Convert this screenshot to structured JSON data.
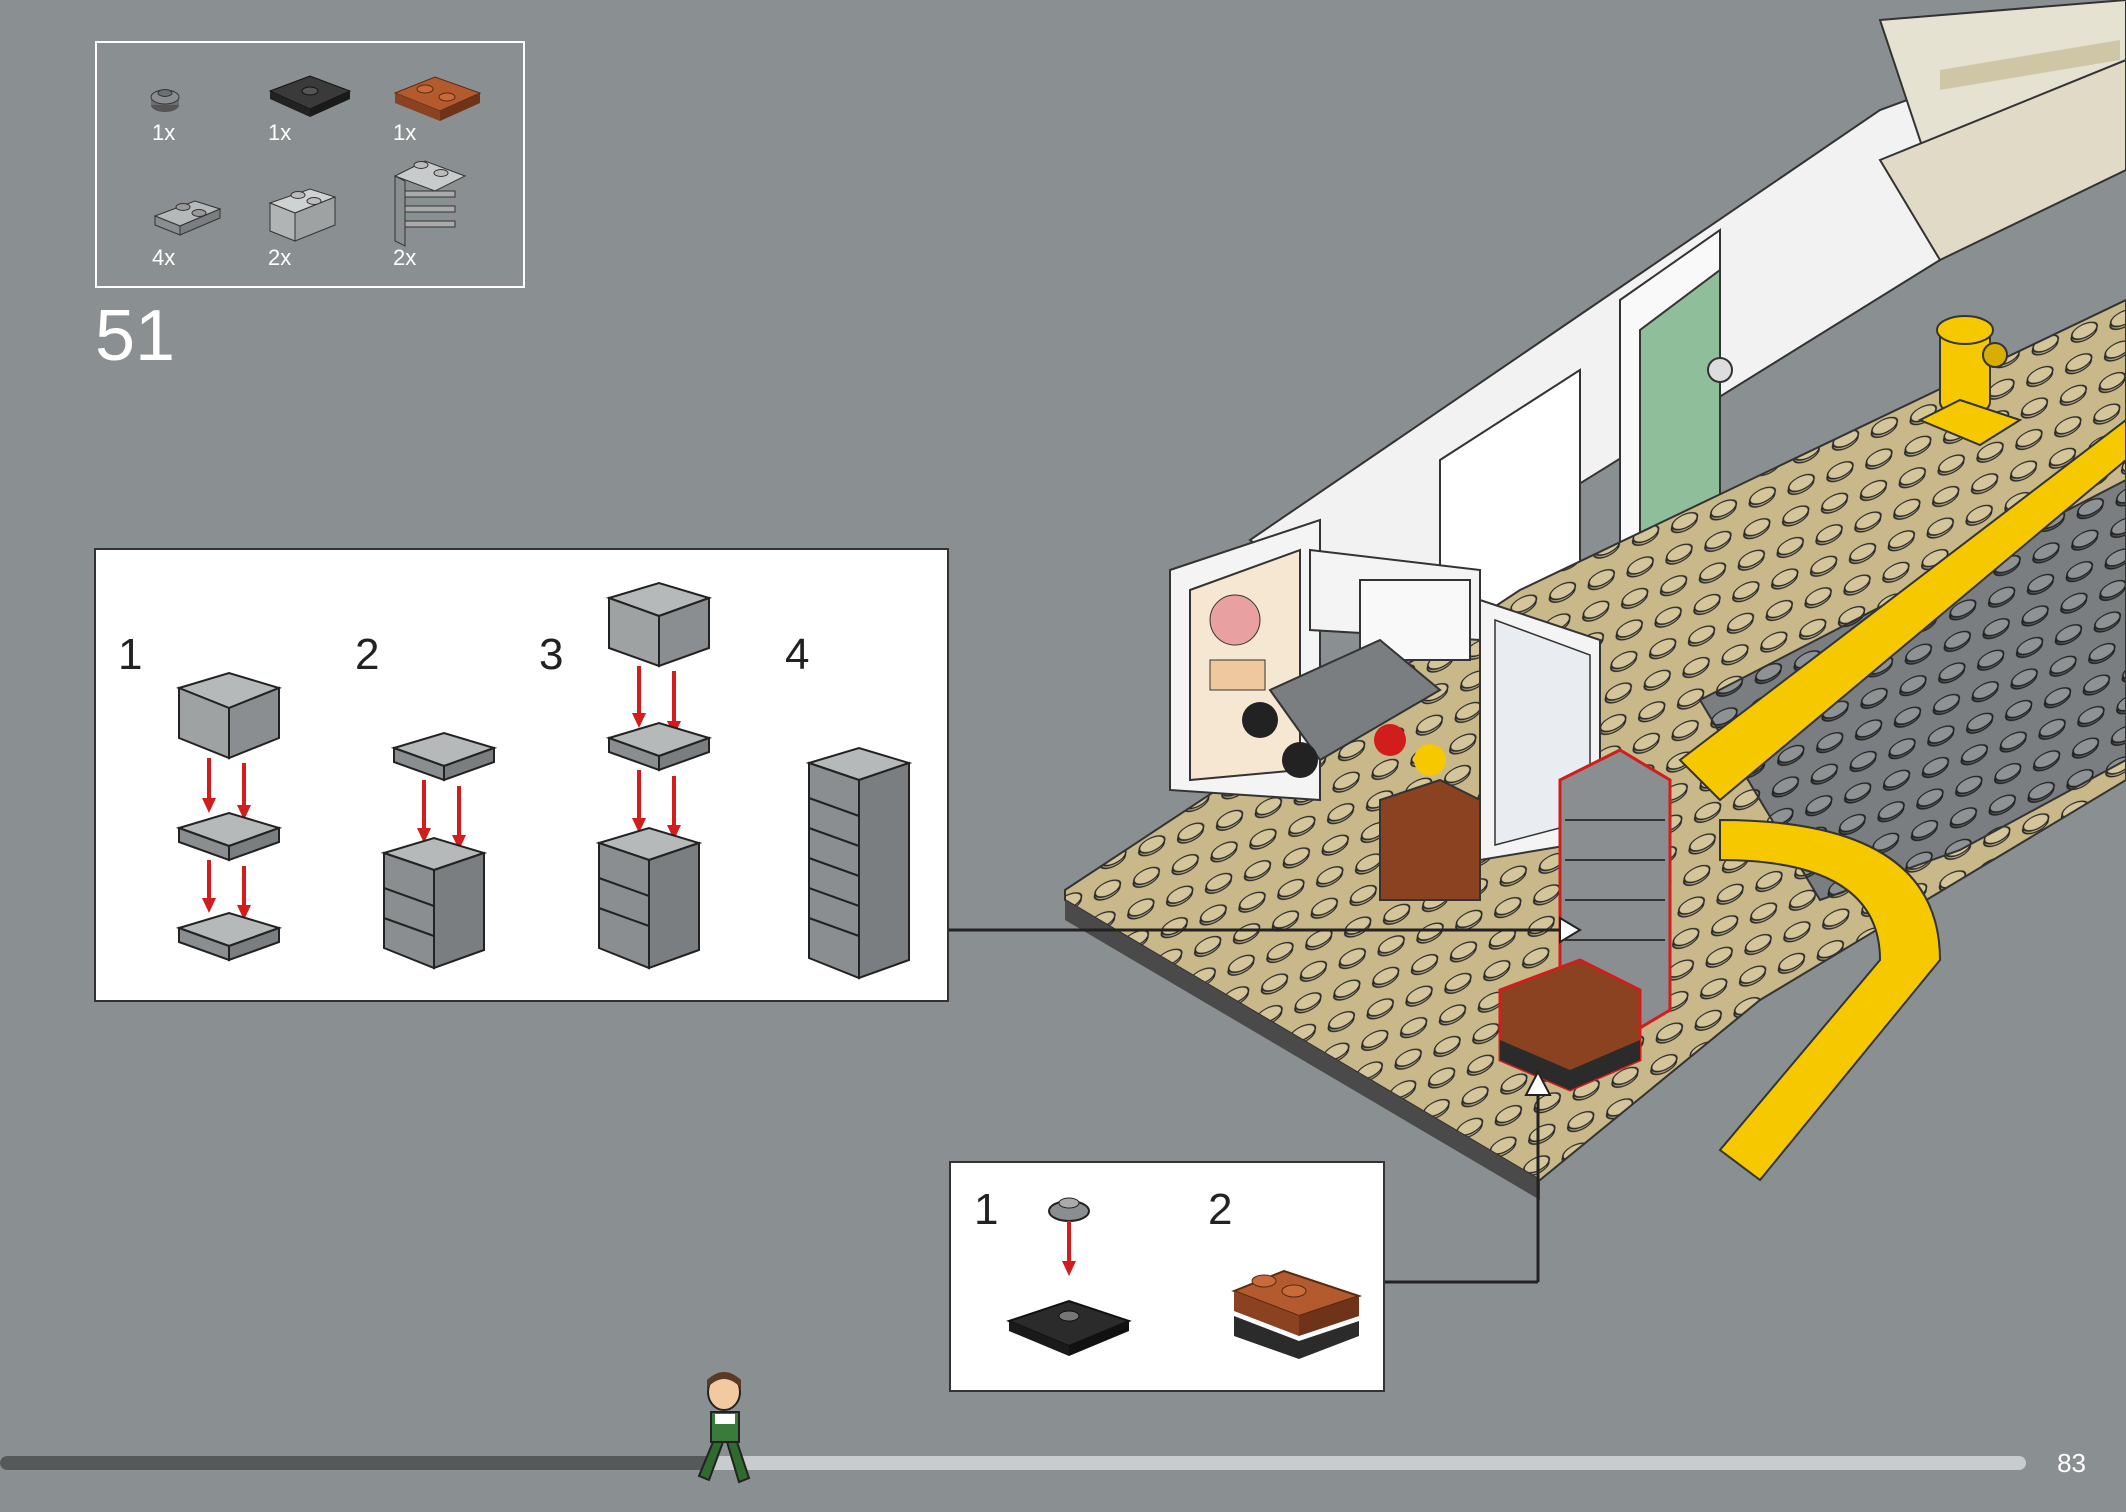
{
  "step_number": "51",
  "page_number": "83",
  "progress": 0.35,
  "parts_list": [
    {
      "qty": "1x",
      "icon": "round-plate-1x1-icon",
      "color": "#6b6f70"
    },
    {
      "qty": "1x",
      "icon": "tile-2x2-with-stud-icon",
      "color": "#2b2b2b"
    },
    {
      "qty": "1x",
      "icon": "plate-2x2-jumper-icon",
      "color": "#a0522d"
    },
    {
      "qty": "4x",
      "icon": "plate-1x2-icon",
      "color": "#a0a5a6"
    },
    {
      "qty": "2x",
      "icon": "brick-1x2-icon",
      "color": "#b9bcbd"
    },
    {
      "qty": "2x",
      "icon": "shelf-bracket-icon",
      "color": "#a0a5a6"
    }
  ],
  "substeps_main": [
    "1",
    "2",
    "3",
    "4"
  ],
  "substeps_base": [
    "1",
    "2"
  ],
  "colors": {
    "background": "#8a9091",
    "stud_tan": "#c8b88a",
    "stud_dark": "#6a6e70",
    "accent_red": "#d21d1d",
    "yellow": "#f5c800",
    "door_green": "#8fbf9a"
  }
}
